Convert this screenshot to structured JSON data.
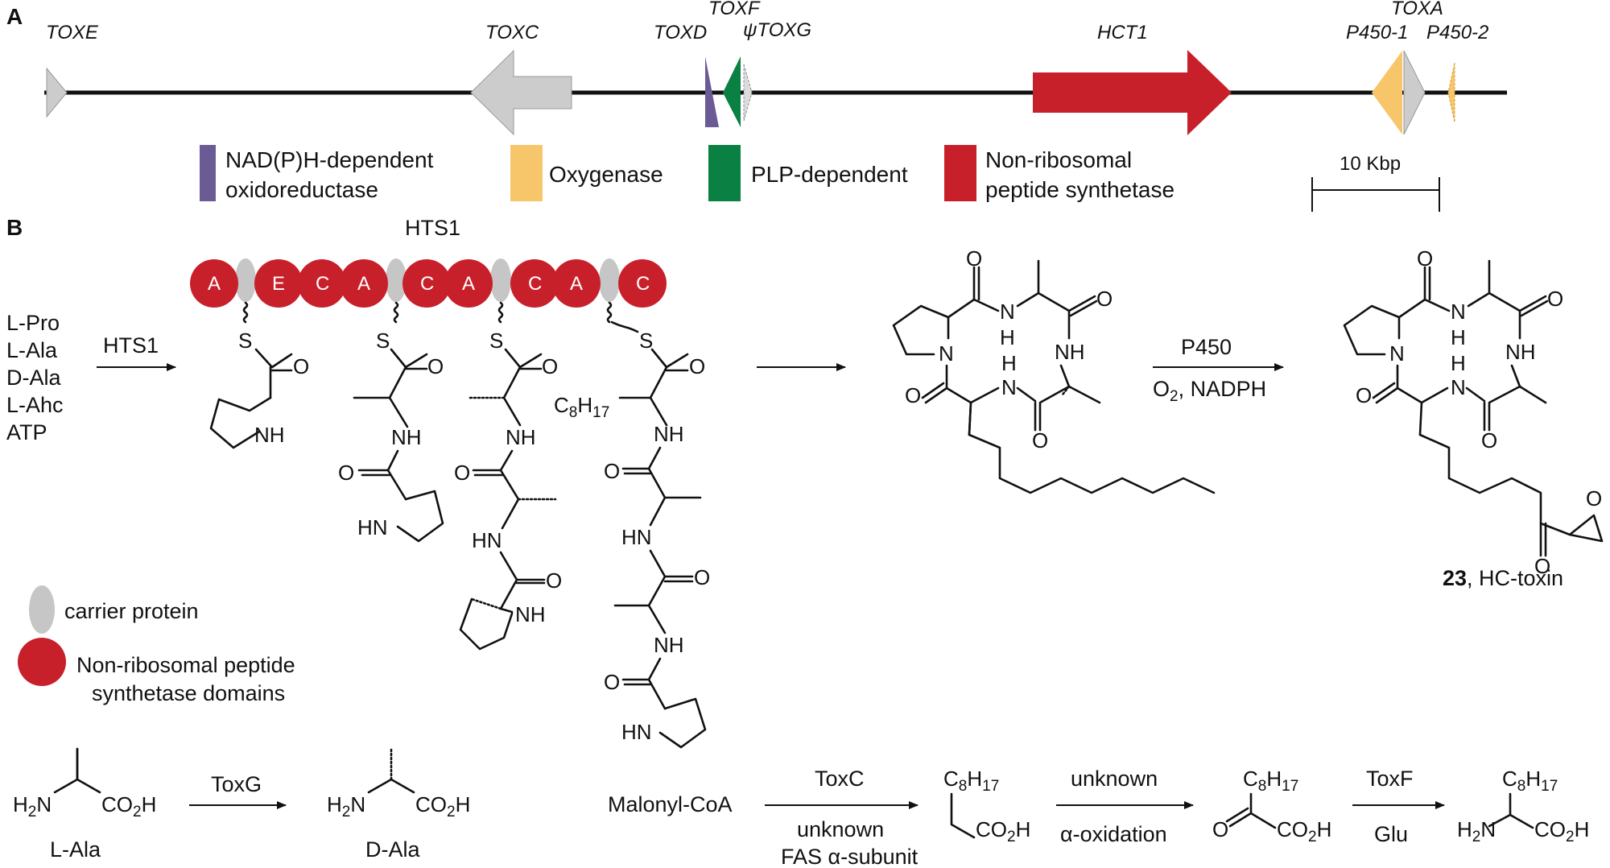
{
  "panel_a": {
    "label": "A",
    "genes": {
      "toxe": "TOXE",
      "toxc": "TOXC",
      "toxd": "TOXD",
      "toxf": "TOXF",
      "toxg": "ψTOXG",
      "hct1": "HCT1",
      "toxa": "TOXA",
      "p450_1": "P450-1",
      "p450_2": "P450-2"
    },
    "legend": {
      "nadph_line1": "NAD(P)H-dependent",
      "nadph_line2": "oxidoreductase",
      "oxygenase": "Oxygenase",
      "plp": "PLP-dependent",
      "nrps_line1": "Non-ribosomal",
      "nrps_line2": "peptide synthetase"
    },
    "scale_bar": "10 Kbp",
    "colors": {
      "backbone": "#111111",
      "gray_gene": "#cccccc",
      "nadph": "#6b5b95",
      "oxygenase": "#f7c66b",
      "plp": "#0a8043",
      "nrps": "#c8202b"
    }
  },
  "panel_b": {
    "label": "B",
    "hts1_title": "HTS1",
    "domains": [
      "A",
      "E",
      "C",
      "A",
      "C",
      "A",
      "C",
      "A",
      "C"
    ],
    "substrates": [
      "L-Pro",
      "L-Ala",
      "D-Ala",
      "L-Ahc",
      "ATP"
    ],
    "arrow_hts1": "HTS1",
    "arrow_p450_top": "P450",
    "arrow_p450_bottom_a": "O",
    "arrow_p450_bottom_sub": "2",
    "arrow_p450_bottom_b": ", NADPH",
    "product_number": "23",
    "product_name": ", HC-toxin",
    "legend_carrier": "carrier protein",
    "legend_nrps_line1": "Non-ribosomal peptide",
    "legend_nrps_line2": "synthetase domains"
  },
  "atoms": {
    "S": "S",
    "NH": "NH",
    "HN": "HN",
    "N": "N",
    "H": "H",
    "O": "O",
    "C8": "C",
    "C8_sub": "8",
    "H17": "H",
    "H17_sub": "17",
    "H2N": "H",
    "H2N_sub": "2",
    "N_after": "N",
    "CO2H_a": "CO",
    "CO2H_sub": "2",
    "CO2H_b": "H"
  },
  "bottom": {
    "l_ala": "L-Ala",
    "d_ala": "D-Ala",
    "toxg": "ToxG",
    "malonyl": "Malonyl-CoA",
    "toxc": "ToxC",
    "unknown_fas_1": "unknown",
    "unknown_fas_2": "FAS α-subunit",
    "unknown": "unknown",
    "alpha_ox": "α-oxidation",
    "toxf": "ToxF",
    "glu": "Glu"
  }
}
